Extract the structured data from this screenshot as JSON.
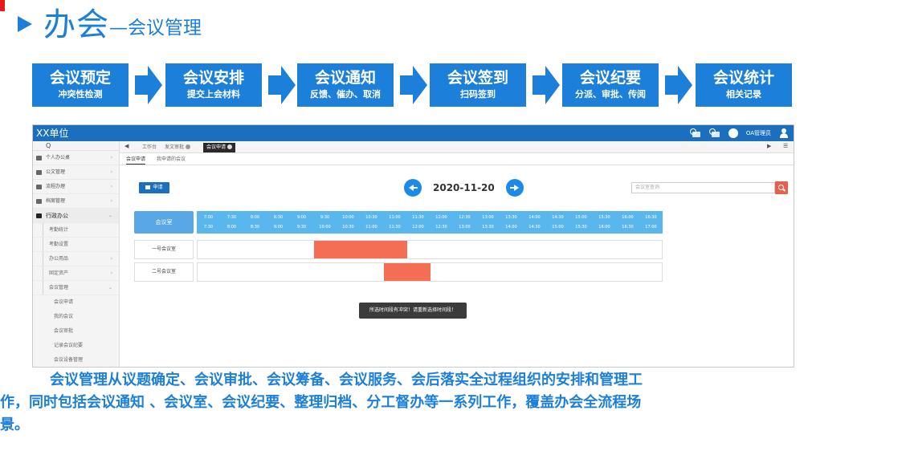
{
  "slide": {
    "title_main": "办会",
    "title_dash": "—",
    "title_sub": "会议管理"
  },
  "flow": [
    {
      "title": "会议预定",
      "sub": "冲突性检测"
    },
    {
      "title": "会议安排",
      "sub": "提交上会材料"
    },
    {
      "title": "会议通知",
      "sub": "反馈、催办、取消"
    },
    {
      "title": "会议签到",
      "sub": "扫码签到"
    },
    {
      "title": "会议纪要",
      "sub": "分派、审批、传阅"
    },
    {
      "title": "会议统计",
      "sub": "相关记录"
    }
  ],
  "app": {
    "brand": "XX单位",
    "topbar": {
      "badge1": "②",
      "badge2": "②",
      "user_label": "OA管理员"
    },
    "sidebar": {
      "search": "Q",
      "items": [
        {
          "label": "个人办公桌"
        },
        {
          "label": "公文管理"
        },
        {
          "label": "流程办理"
        },
        {
          "label": "档案管理"
        },
        {
          "label": "行政办公"
        }
      ],
      "subitems": [
        {
          "label": "考勤统计"
        },
        {
          "label": "考勤设置"
        },
        {
          "label": "办公用品"
        },
        {
          "label": "固定资产"
        },
        {
          "label": "会议管理"
        }
      ],
      "leaf_items": [
        {
          "label": "会议申请"
        },
        {
          "label": "我的会议"
        },
        {
          "label": "会议审批"
        },
        {
          "label": "记录会议纪要"
        },
        {
          "label": "会议设备管理"
        }
      ]
    },
    "tabs": {
      "prev": "◀",
      "next": "▶",
      "menu": "☰",
      "items": [
        {
          "label": "工作台"
        },
        {
          "label": "发文审批"
        },
        {
          "label": "会议申请"
        }
      ]
    },
    "subtabs": [
      {
        "label": "会议申请"
      },
      {
        "label": "我申请的会议"
      }
    ],
    "apply_button": "申请",
    "date": "2020-11-20",
    "room_search_placeholder": "会议室查询",
    "room_header": "会议室",
    "time_start": [
      "7:00",
      "7:30",
      "8:00",
      "8:30",
      "9:00",
      "9:30",
      "10:00",
      "10:30",
      "11:00",
      "11:30",
      "12:00",
      "12:30",
      "13:00",
      "13:30",
      "14:00",
      "14:30",
      "15:00",
      "15:30",
      "16:00",
      "16:30"
    ],
    "time_end": [
      "7:30",
      "8:00",
      "8:30",
      "9:00",
      "9:30",
      "10:00",
      "10:30",
      "11:00",
      "11:30",
      "12:00",
      "12:30",
      "13:00",
      "13:30",
      "14:00",
      "14:30",
      "15:00",
      "15:30",
      "16:00",
      "16:30",
      "17:00"
    ],
    "rooms": [
      {
        "name": "一号会议室",
        "booking": {
          "start": "9:30",
          "end": "11:30"
        }
      },
      {
        "name": "二号会议室",
        "booking": {
          "start": "11:00",
          "end": "12:00"
        }
      }
    ],
    "toast": "所选时间段有冲突！请重新选择时间段！"
  },
  "description": {
    "line1": "会议管理从议题确定、会议审批、会议筹备、会议服务、会后落实全过程组织的安排和管理工",
    "line2": "作，同时包括会议通知 、会议室、会议纪要、整理归档、分工督办等一系列工作，覆盖办会全流程场",
    "line3": "景。"
  },
  "colors": {
    "primary": "#1c7fd9",
    "topbar": "#1c6fbf",
    "booked": "#f46e55",
    "time_strip": "#5ab7ee"
  }
}
